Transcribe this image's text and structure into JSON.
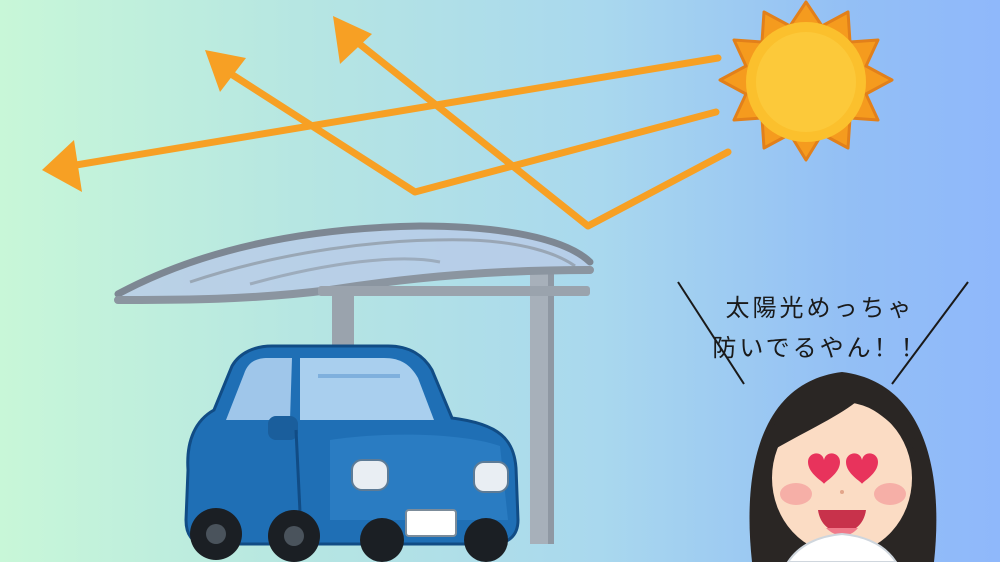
{
  "speech": {
    "line1": "太陽光めっちゃ",
    "line2": "防いでるやん！！"
  },
  "colors": {
    "sunlight": "#f7a024",
    "sun_core": "#fbc02d",
    "sun_rays": "#f59b1e",
    "car_body": "#1f6fb5",
    "carport_roof": "#b8cbe8",
    "carport_frame": "#8f98a3"
  },
  "icons": [
    "sun",
    "light-ray-arrow",
    "carport",
    "car",
    "woman-face",
    "heart-eyes"
  ]
}
